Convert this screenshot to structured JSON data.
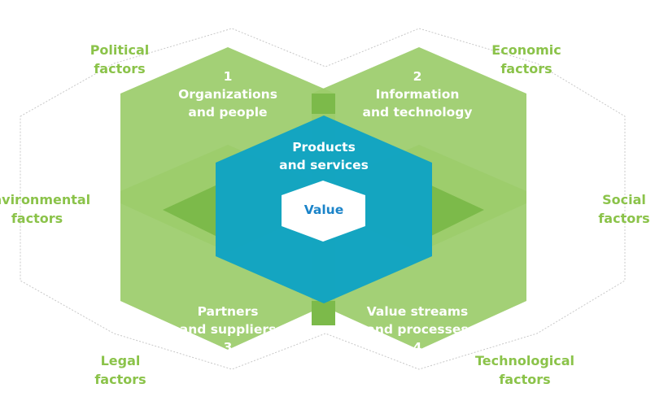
{
  "factors": {
    "political": [
      "Political",
      "factors"
    ],
    "economic": [
      "Economic",
      "factors"
    ],
    "environmental": [
      "Environmental",
      "factors"
    ],
    "social": [
      "Social",
      "factors"
    ],
    "legal": [
      "Legal",
      "factors"
    ],
    "technological": [
      "Technological",
      "factors"
    ]
  },
  "dimensions": {
    "d1": {
      "number": "1",
      "lines": [
        "Organizations",
        "and people"
      ]
    },
    "d2": {
      "number": "2",
      "lines": [
        "Information",
        "and technology"
      ]
    },
    "d3": {
      "number": "3",
      "lines": [
        "Partners",
        "and suppliers"
      ]
    },
    "d4": {
      "number": "4",
      "lines": [
        "Value streams",
        "and processes"
      ]
    }
  },
  "center": {
    "products": [
      "Products",
      "and services"
    ],
    "value": "Value"
  },
  "colors": {
    "green_hex": "#9ccc6c",
    "green_overlap": "#7cba4a",
    "teal_hex": "#0fa3c3",
    "factor_text": "#8bc34a",
    "value_text": "#1b84c9",
    "outline": "#c8c8c8"
  }
}
